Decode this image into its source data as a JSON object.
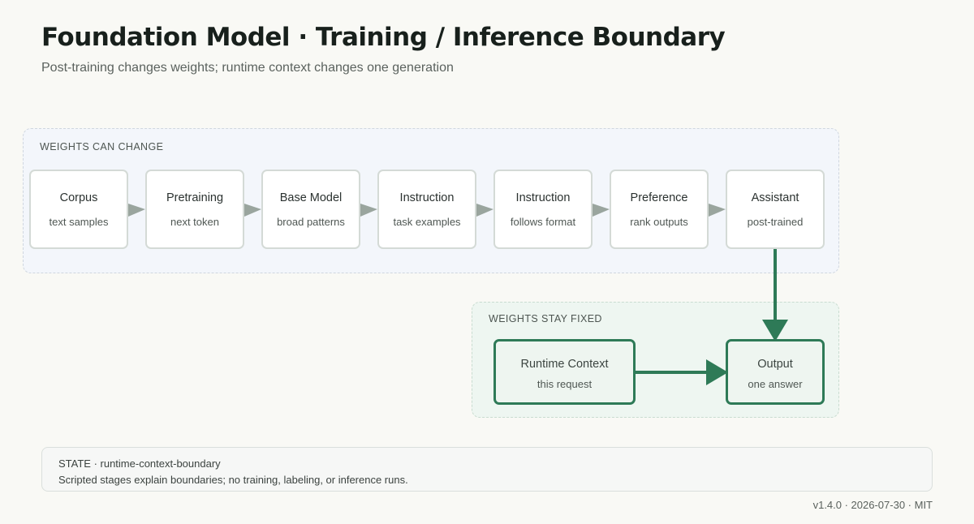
{
  "title": "Foundation Model · Training / Inference Boundary",
  "subtitle": "Post-training changes weights; runtime context changes one generation",
  "regions": {
    "training": {
      "label": "WEIGHTS CAN CHANGE"
    },
    "fixed": {
      "label": "WEIGHTS STAY FIXED"
    }
  },
  "pipeline": [
    {
      "title": "Corpus",
      "subtitle": "text samples"
    },
    {
      "title": "Pretraining",
      "subtitle": "next token"
    },
    {
      "title": "Base Model",
      "subtitle": "broad patterns"
    },
    {
      "title": "Instruction",
      "subtitle": "task examples"
    },
    {
      "title": "Instruction",
      "subtitle": "follows format"
    },
    {
      "title": "Preference",
      "subtitle": "rank outputs"
    },
    {
      "title": "Assistant",
      "subtitle": "post-trained"
    }
  ],
  "runtime": {
    "context": {
      "title": "Runtime Context",
      "subtitle": "this request"
    },
    "output": {
      "title": "Output",
      "subtitle": "one answer"
    }
  },
  "state": {
    "title": "STATE · runtime-context-boundary",
    "description": "Scripted stages explain boundaries; no training, labeling, or inference runs."
  },
  "footer": "v1.4.0 · 2026-07-30 · MIT",
  "colors": {
    "accent": "#2e7a57",
    "pipeline_arrow": "#9aa59e",
    "training_region_bg": "#f3f6fb",
    "fixed_region_bg": "#eef6f1"
  }
}
